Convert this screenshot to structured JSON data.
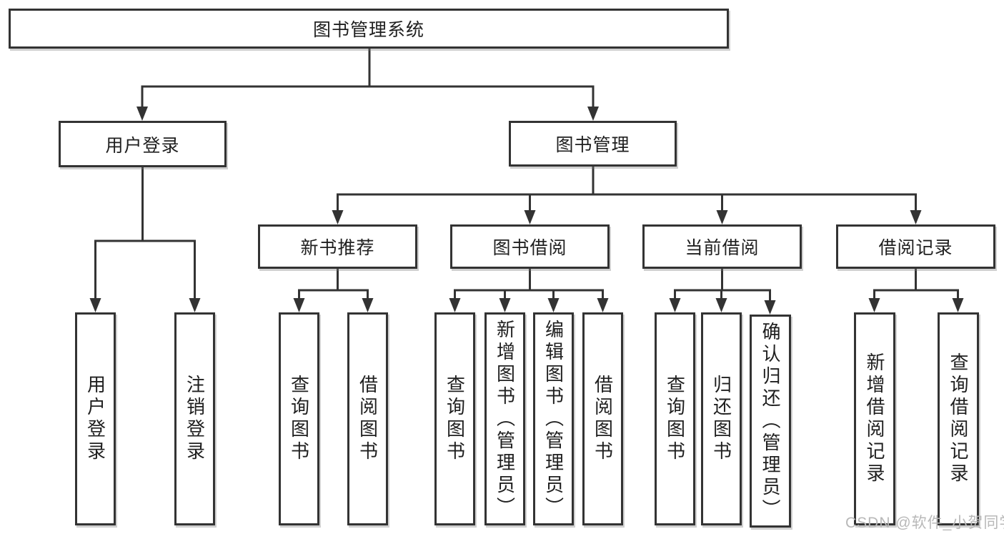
{
  "colors": {
    "background": "#ffffff",
    "line": "#333333",
    "border": "#333333",
    "text": "#1f1f1f",
    "watermark": "#b8b8b8"
  },
  "tree": {
    "root": "图书管理系统",
    "branches": [
      {
        "label": "用户登录",
        "children": [
          "用户登录",
          "注销登录"
        ]
      },
      {
        "label": "图书管理",
        "sections": [
          {
            "label": "新书推荐",
            "children": [
              "查询图书",
              "借阅图书"
            ]
          },
          {
            "label": "图书借阅",
            "children": [
              "查询图书",
              "新增图书（管理员）",
              "编辑图书（管理员）",
              "借阅图书"
            ]
          },
          {
            "label": "当前借阅",
            "children": [
              "查询图书",
              "归还图书",
              "确认归还（管理员）"
            ]
          },
          {
            "label": "借阅记录",
            "children": [
              "新增借阅记录",
              "查询借阅记录"
            ]
          }
        ]
      }
    ]
  },
  "watermark": "CSDN @软件_小贺同学"
}
